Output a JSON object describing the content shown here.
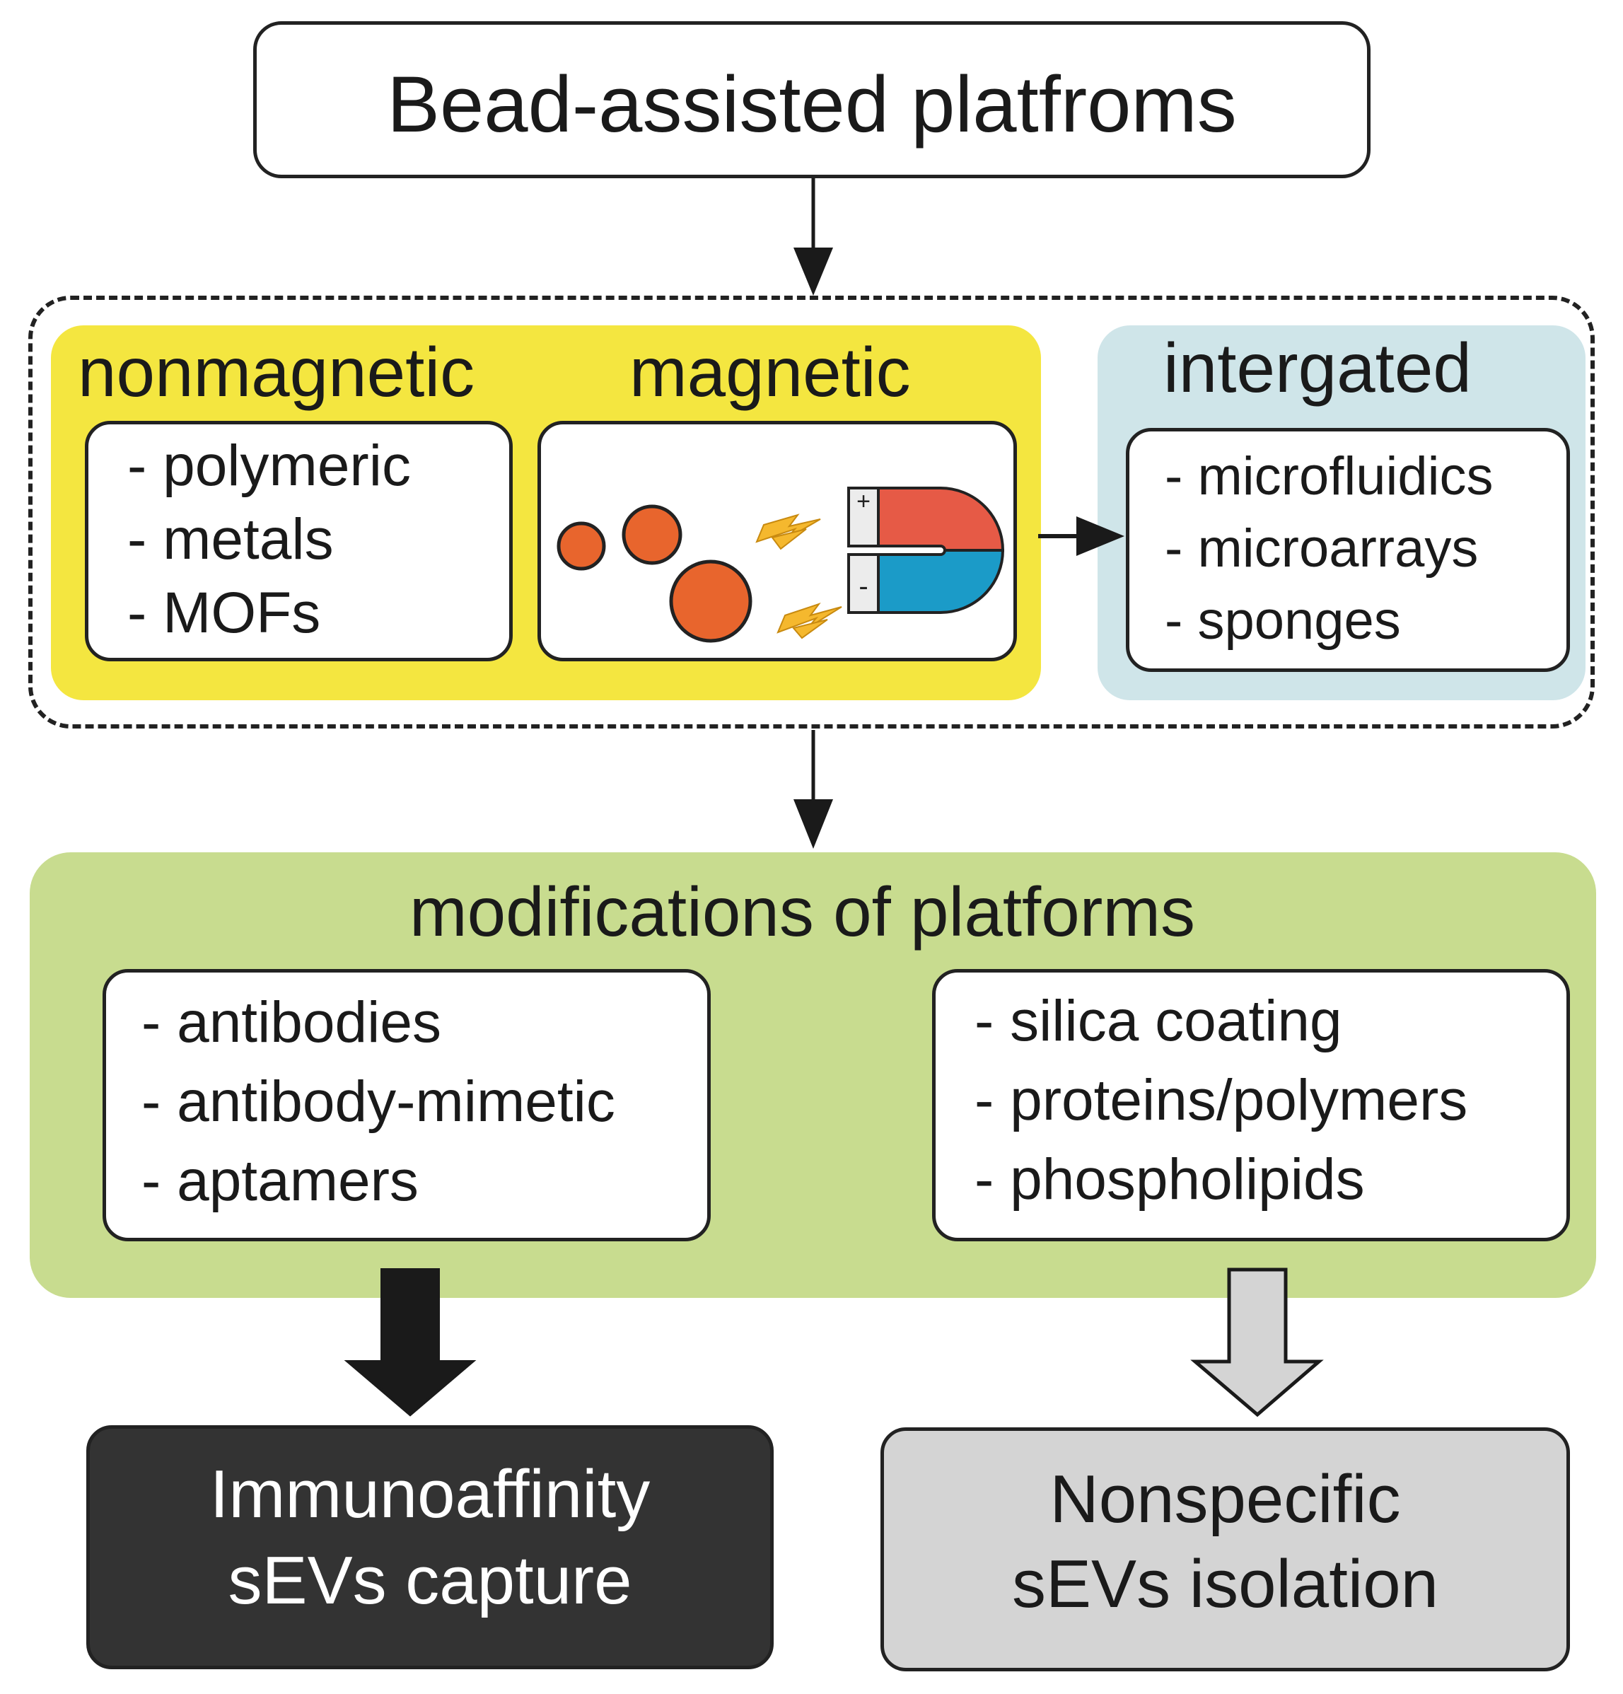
{
  "header": {
    "title": "Bead-assisted platfroms"
  },
  "bead_types": {
    "nonmagnetic": {
      "label": "nonmagnetic",
      "items": [
        "polymeric",
        "metals",
        "MOFs"
      ]
    },
    "magnetic": {
      "label": "magnetic",
      "magnet_plus": "+",
      "magnet_minus": "-"
    },
    "integrated": {
      "label": "intergated",
      "items": [
        "microfluidics",
        "microarrays",
        "sponges"
      ]
    }
  },
  "modifications": {
    "title": "modifications of platforms",
    "affinity_items": [
      "antibodies",
      "antibody-mimetic",
      "aptamers"
    ],
    "nonspecific_items": [
      "silica coating",
      "proteins/polymers",
      "phospholipids"
    ]
  },
  "outcomes": {
    "immunoaffinity": {
      "line1": "Immunoaffinity",
      "line2": "sEVs capture"
    },
    "nonspecific": {
      "line1": "Nonspecific",
      "line2": "sEVs isolation"
    }
  },
  "colors": {
    "yellow_panel": "#f4e640",
    "blue_panel": "#cfe5e9",
    "green_panel": "#c8dc8f",
    "bead_orange": "#e8652d",
    "magnet_red": "#e65a46",
    "magnet_blue": "#1b9bc8",
    "spark_yellow": "#f5b82e",
    "dark_box": "#333333",
    "gray_box": "#d4d4d4"
  }
}
